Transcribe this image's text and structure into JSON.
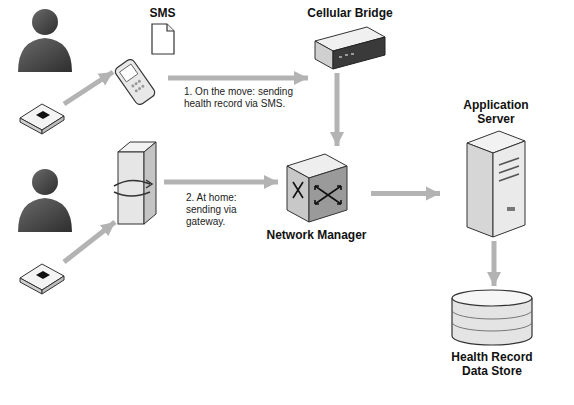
{
  "diagram": {
    "nodes": [
      {
        "text": [
          "SMS"
        ]
      },
      {
        "text": [
          "Cellular Bridge"
        ]
      },
      {
        "text": [
          "Network Manager"
        ]
      },
      {
        "text": [
          "Application Server"
        ]
      },
      {
        "text": [
          "Health Record Data Store"
        ]
      }
    ],
    "edges": [
      {
        "from": 1,
        "to": 2,
        "arrow": "to"
      },
      {
        "from": 2,
        "to": 3,
        "arrow": "to"
      },
      {
        "from": 3,
        "to": 4,
        "arrow": "to"
      }
    ],
    "labels": [
      "1. On the move: sending health record via SMS.",
      "2. At home: sending via gateway."
    ]
  }
}
